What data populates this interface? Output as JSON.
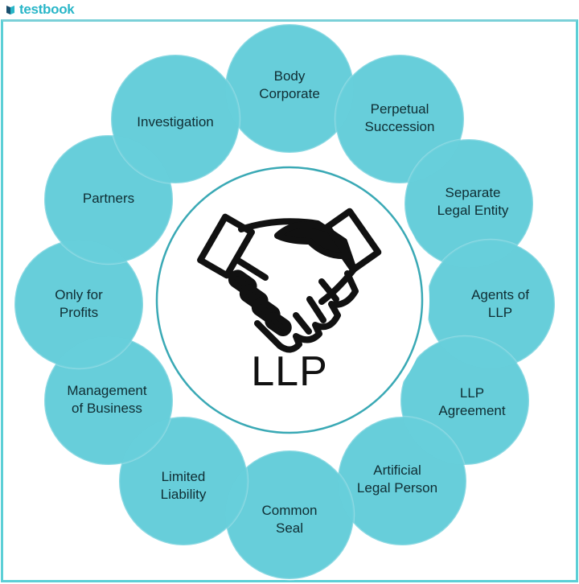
{
  "brand": {
    "name": "testbook",
    "color": "#29b6c8"
  },
  "colors": {
    "circle_fill": "#6fd3df",
    "circle_overlap": "#3fb8c9",
    "frame": "#5ccfd6",
    "center_ring": "#3aa9b5"
  },
  "center": {
    "label": "LLP",
    "icon": "handshake-icon"
  },
  "items": [
    {
      "label1": "Body",
      "label2": "Corporate"
    },
    {
      "label1": "Perpetual",
      "label2": "Succession"
    },
    {
      "label1": "Separate",
      "label2": "Legal Entity"
    },
    {
      "label1": "Agents of",
      "label2": "LLP"
    },
    {
      "label1": "LLP",
      "label2": "Agreement"
    },
    {
      "label1": "Artificial",
      "label2": "Legal Person"
    },
    {
      "label1": "Common",
      "label2": "Seal"
    },
    {
      "label1": "Limited",
      "label2": "Liability"
    },
    {
      "label1": "Management",
      "label2": "of Business"
    },
    {
      "label1": "Only for",
      "label2": "Profits"
    },
    {
      "label1": "Partners",
      "label2": ""
    },
    {
      "label1": "Investigation",
      "label2": ""
    }
  ]
}
